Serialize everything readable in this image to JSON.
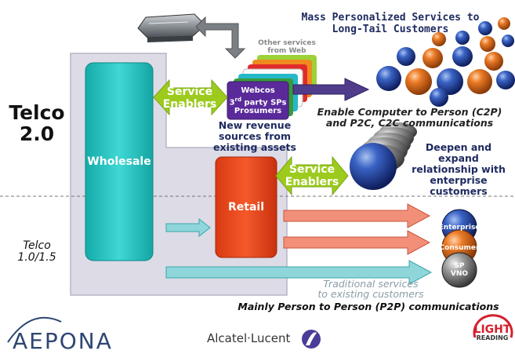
{
  "labels": {
    "telco20": "Telco\n2.0",
    "telco15": "Telco\n1.0/1.5",
    "wholesale": "Wholesale",
    "retail": "Retail",
    "service_enablers_top": "Service\nEnablers",
    "service_enablers_bottom": "Service\nEnablers",
    "webcos_line1": "Webcos",
    "webcos_line2_prefix": "3",
    "webcos_line2_sup": "rd",
    "webcos_line2_suffix": " party SPs",
    "webcos_line3": "Prosumers",
    "other_services": "Other services\nfrom Web",
    "mass_personalized": "Mass Personalized Services to\nLong-Tail Customers",
    "new_revenue": "New revenue sources from\nexisting assets",
    "enable_c2p": "Enable Computer to Person (C2P)\nand P2C, C2C communications",
    "deepen": "Deepen and\nexpand\nrelationship with\nenterprise\ncustomers",
    "enterprise": "Enterprise",
    "consumer": "Consumer",
    "sp_vno": "SP\nVNO",
    "traditional": "Traditional services\nto existing customers",
    "mainly_p2p": "Mainly Person to Person (P2P) communications"
  },
  "logos": {
    "aepona": "AEPONA",
    "alcatel": "Alcatel·Lucent",
    "light": "LIGHT",
    "reading": "READING"
  },
  "colors": {
    "wholesale": "#2ec9c7",
    "retail": "#e8461c",
    "service_enablers": "#9ccb1e",
    "arrow_salmon": "#f28f78",
    "arrow_teal": "#8fd6da",
    "arrow_purple": "#4f3d8c",
    "navy_text": "#1e2a60"
  }
}
